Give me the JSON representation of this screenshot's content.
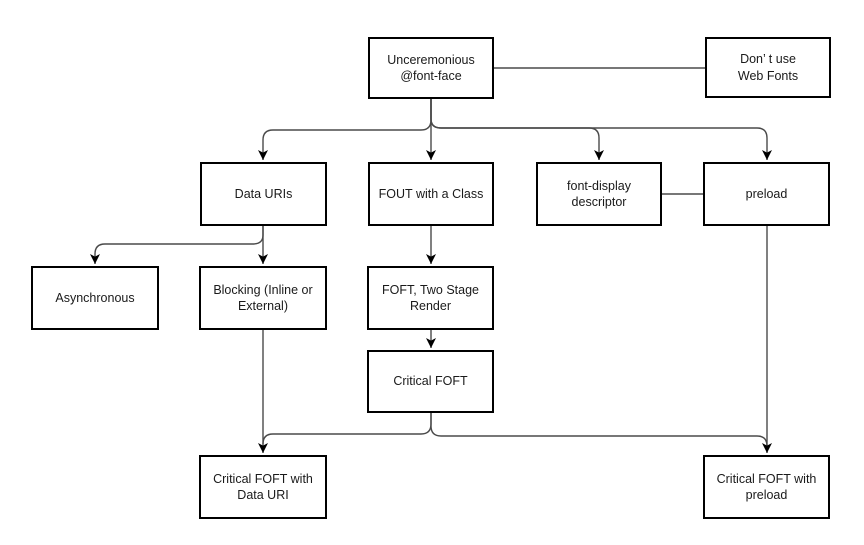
{
  "diagram": {
    "type": "flowchart",
    "topic": "web font loading strategies decision tree"
  },
  "colors": {
    "background": "#ffffff",
    "edge": "#4a4a4a",
    "box_border": "#000000",
    "box_fill": "#ffffff",
    "text": "#1a1a1a",
    "arrowhead": "#000000"
  },
  "nodes": {
    "unceremonious": {
      "label": [
        "Unceremonious",
        "@font-face"
      ]
    },
    "dont_use": {
      "label": [
        "Don’ t use",
        "Web Fonts"
      ]
    },
    "data_uris": {
      "label": [
        "Data URIs"
      ]
    },
    "fout_class": {
      "label": [
        "FOUT with a Class"
      ]
    },
    "font_display": {
      "label": [
        "font-display",
        "descriptor"
      ]
    },
    "preload": {
      "label": [
        "preload"
      ]
    },
    "asynchronous": {
      "label": [
        "Asynchronous"
      ]
    },
    "blocking": {
      "label": [
        "Blocking (Inline or",
        "External)"
      ]
    },
    "foft_two_stage": {
      "label": [
        "FOFT, Two Stage",
        "Render"
      ]
    },
    "critical_foft": {
      "label": [
        "Critical FOFT"
      ]
    },
    "cf_data_uri": {
      "label": [
        "Critical FOFT with",
        "Data URI"
      ]
    },
    "cf_preload": {
      "label": [
        "Critical FOFT with",
        "preload"
      ]
    }
  },
  "edges": [
    {
      "from": "unceremonious",
      "to": "dont_use",
      "arrow": false
    },
    {
      "from": "unceremonious",
      "to": "data_uris",
      "arrow": true
    },
    {
      "from": "unceremonious",
      "to": "fout_class",
      "arrow": true
    },
    {
      "from": "unceremonious",
      "to": "font_display",
      "arrow": true
    },
    {
      "from": "unceremonious",
      "to": "preload",
      "arrow": true
    },
    {
      "from": "data_uris",
      "to": "asynchronous",
      "arrow": true
    },
    {
      "from": "data_uris",
      "to": "blocking",
      "arrow": true
    },
    {
      "from": "fout_class",
      "to": "foft_two_stage",
      "arrow": true
    },
    {
      "from": "font_display",
      "to": "preload",
      "arrow": false
    },
    {
      "from": "foft_two_stage",
      "to": "critical_foft",
      "arrow": true
    },
    {
      "from": "blocking",
      "to": "cf_data_uri",
      "arrow": true
    },
    {
      "from": "critical_foft",
      "to": "cf_data_uri",
      "arrow": true
    },
    {
      "from": "critical_foft",
      "to": "cf_preload",
      "arrow": true
    },
    {
      "from": "preload",
      "to": "cf_preload",
      "arrow": true
    }
  ]
}
